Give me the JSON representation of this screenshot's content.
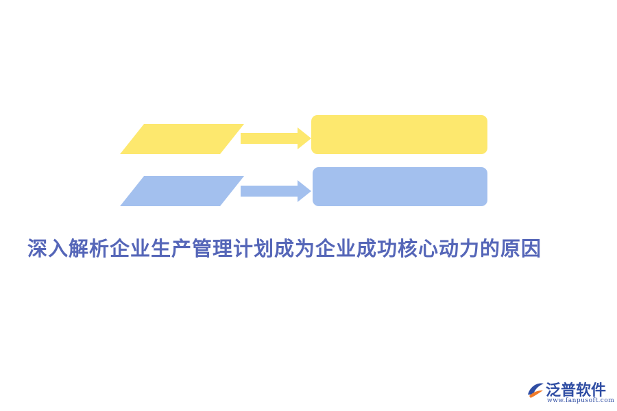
{
  "title": "深入解析企业生产管理计划成为企业成功核心动力的原因",
  "logo": {
    "name": "泛普软件",
    "url": "www.fanpusoft.com"
  },
  "colors": {
    "yellow": "#fde86e",
    "blue": "#a3c0ee",
    "title": "#5566b8",
    "logo": "#2f4da3",
    "logo_accent": "#f07b2a"
  }
}
